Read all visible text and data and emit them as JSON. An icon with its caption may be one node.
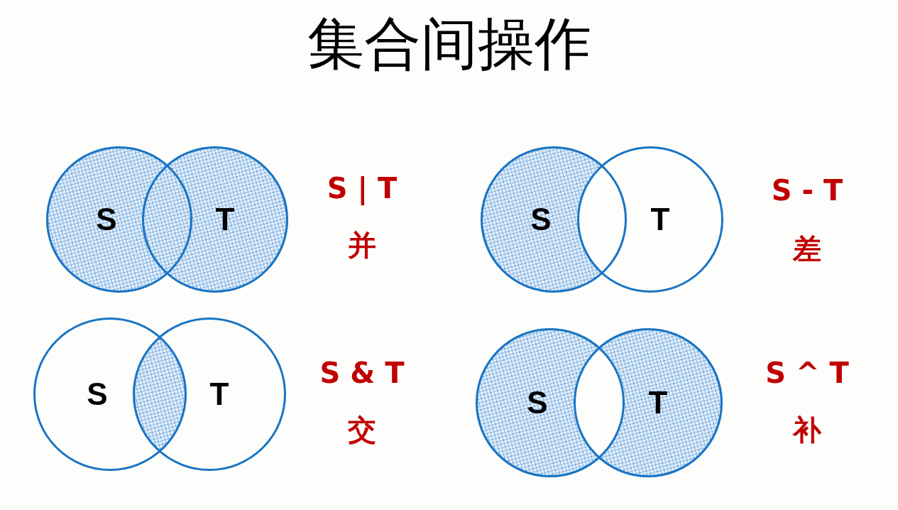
{
  "diagram": {
    "title": "集合间操作",
    "nodes": [
      {
        "text": [
          "S"
        ]
      },
      {
        "text": [
          "T"
        ]
      },
      {
        "text": [
          "S"
        ]
      },
      {
        "text": [
          "T"
        ]
      },
      {
        "text": [
          "S"
        ]
      },
      {
        "text": [
          "T"
        ]
      },
      {
        "text": [
          "S"
        ]
      },
      {
        "text": [
          "T"
        ]
      }
    ],
    "labels": [
      "S | T",
      "S - T",
      "并",
      "差",
      "S & T",
      "S ^ T",
      "交",
      "补"
    ]
  }
}
